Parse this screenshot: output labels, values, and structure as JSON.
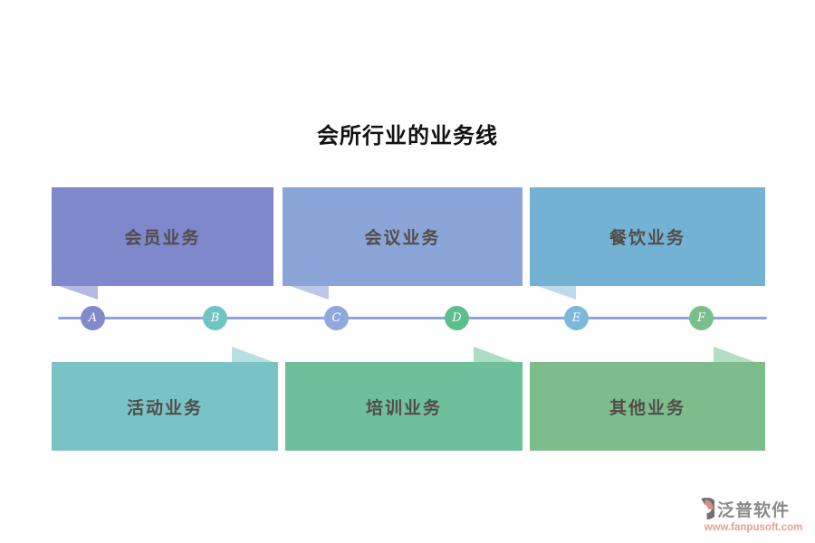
{
  "title": "会所行业的业务线",
  "top_boxes": [
    {
      "label": "会员业务",
      "color": "#7e88ca",
      "tail_color": "#b3b9e2"
    },
    {
      "label": "会议业务",
      "color": "#8ba5d8",
      "tail_color": "#bac9ea"
    },
    {
      "label": "餐饮业务",
      "color": "#74b2d4",
      "tail_color": "#bedbeb"
    }
  ],
  "bottom_boxes": [
    {
      "label": "活动业务",
      "color": "#79c3c7",
      "tail_color": "#b9dfe1"
    },
    {
      "label": "培训业务",
      "color": "#6fbf9b",
      "tail_color": "#abddc5"
    },
    {
      "label": "其他业务",
      "color": "#7dbd8c",
      "tail_color": "#b7dcc1"
    }
  ],
  "timeline": {
    "line_color": "#93a2d8",
    "nodes": [
      {
        "label": "A",
        "color": "#8289cb"
      },
      {
        "label": "B",
        "color": "#6fc5c1"
      },
      {
        "label": "C",
        "color": "#8fa9dc"
      },
      {
        "label": "D",
        "color": "#5cbd8d"
      },
      {
        "label": "E",
        "color": "#7cb9d9"
      },
      {
        "label": "F",
        "color": "#7abf8b"
      }
    ]
  },
  "box_text_color": "#514d49",
  "logo": {
    "name": "泛普软件",
    "url": "www.fanpusoft.com",
    "name_color": "#8a8a8a",
    "url_color": "#e7a093",
    "icon_gray": "#6e7177",
    "icon_salmon": "#dd8d7c"
  }
}
